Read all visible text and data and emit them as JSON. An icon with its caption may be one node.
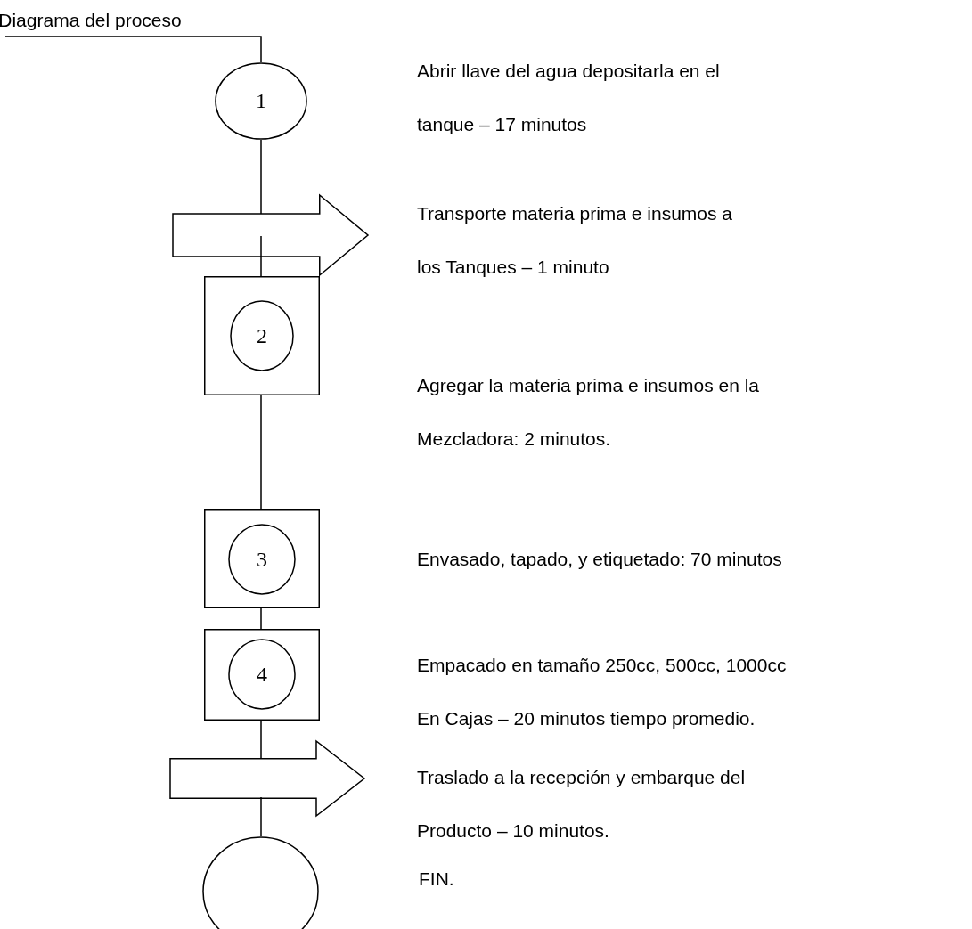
{
  "diagram": {
    "nodes": [
      {
        "text": [
          "Diagrama del proceso"
        ]
      },
      {
        "text": [
          "1"
        ]
      },
      {
        "text": [],
        "shape": "arrow"
      },
      {
        "text": [],
        "shape": "box"
      },
      {
        "text": [
          "2"
        ],
        "in": 3
      },
      {
        "text": [],
        "shape": "box"
      },
      {
        "text": [
          "3"
        ],
        "in": 5
      },
      {
        "text": [],
        "shape": "box"
      },
      {
        "text": [
          "4"
        ],
        "in": 7
      },
      {
        "text": [],
        "shape": "arrow"
      },
      {
        "text": [],
        "shape": "circle"
      }
    ],
    "edges": [
      {
        "from": 0,
        "to": 1,
        "arrow": "none"
      },
      {
        "from": 1,
        "to": 2,
        "arrow": "none"
      },
      {
        "from": 2,
        "to": 3,
        "arrow": "none"
      },
      {
        "from": 3,
        "to": 5,
        "arrow": "none"
      },
      {
        "from": 5,
        "to": 7,
        "arrow": "none"
      },
      {
        "from": 7,
        "to": 9,
        "arrow": "none"
      },
      {
        "from": 9,
        "to": 10,
        "arrow": "none"
      }
    ],
    "labels": [
      "Abrir llave del agua depositarla en el tanque – 17 minutos",
      "Transporte materia prima e insumos a los Tanques – 1 minuto",
      "Agregar la materia prima e insumos en la Mezcladora: 2 minutos.",
      "Envasado, tapado, y etiquetado: 70 minutos",
      "Empacado en tamaño 250cc, 500cc, 1000cc En Cajas – 20 minutos tiempo promedio.",
      "Traslado a la recepción y embarque del Producto – 10 minutos.",
      "FIN."
    ]
  }
}
